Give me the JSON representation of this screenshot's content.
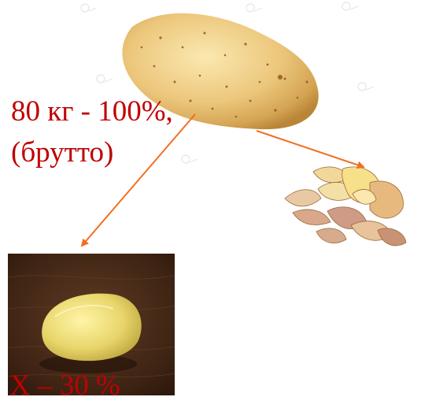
{
  "labels": {
    "gross_line1": "80 кг -  100%,",
    "gross_line2": "(брутто)",
    "net": "X – 30 %"
  },
  "colors": {
    "label_text": "#c00000",
    "arrow": "#f07022",
    "background": "#ffffff",
    "board_dark": "#2a160a",
    "board_mid": "#5e3a22"
  },
  "icons": {
    "whole_potato": "whole-potato-image",
    "peels": "potato-peels-image",
    "peeled_potato": "peeled-potato-photo",
    "watermarks": "stock-watermark-icon"
  }
}
